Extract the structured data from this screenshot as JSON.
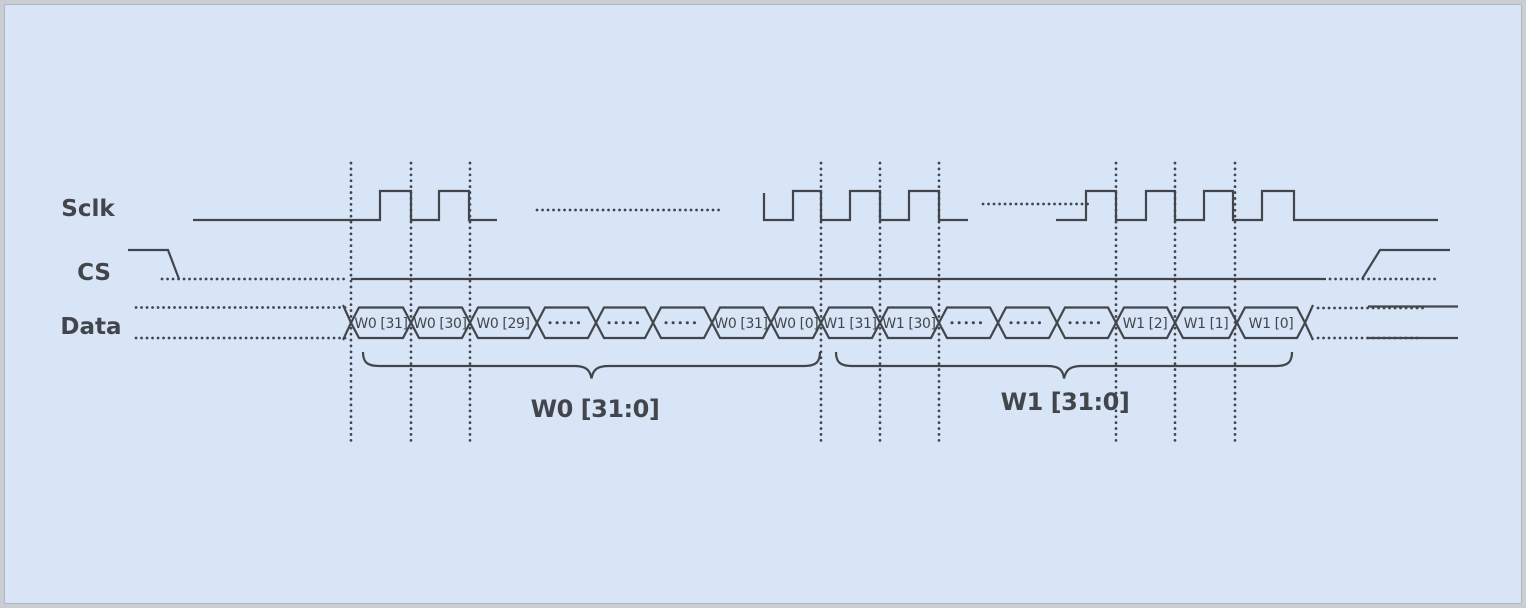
{
  "colors": {
    "background": "#d8e5f6",
    "frame": "#caced2",
    "panel_border": "#b2b6bc",
    "line": "#42464c"
  },
  "signals": [
    {
      "label": "Sclk"
    },
    {
      "label": "CS"
    },
    {
      "label": "Data"
    }
  ],
  "cells": [
    {
      "label": "W0 [31]"
    },
    {
      "label": "W0 [30]"
    },
    {
      "label": "W0 [29]"
    },
    {
      "label": ""
    },
    {
      "label": ""
    },
    {
      "label": ""
    },
    {
      "label": "W0 [31]"
    },
    {
      "label": "W0 [0]"
    },
    {
      "label": "W1 [31]"
    },
    {
      "label": "W1 [30]"
    },
    {
      "label": ""
    },
    {
      "label": ""
    },
    {
      "label": ""
    },
    {
      "label": "W1 [2]"
    },
    {
      "label": "W1 [1]"
    },
    {
      "label": "W1 [0]"
    }
  ],
  "groups": [
    {
      "label": "W0 [31:0]"
    },
    {
      "label": "W1 [31:0]"
    }
  ]
}
